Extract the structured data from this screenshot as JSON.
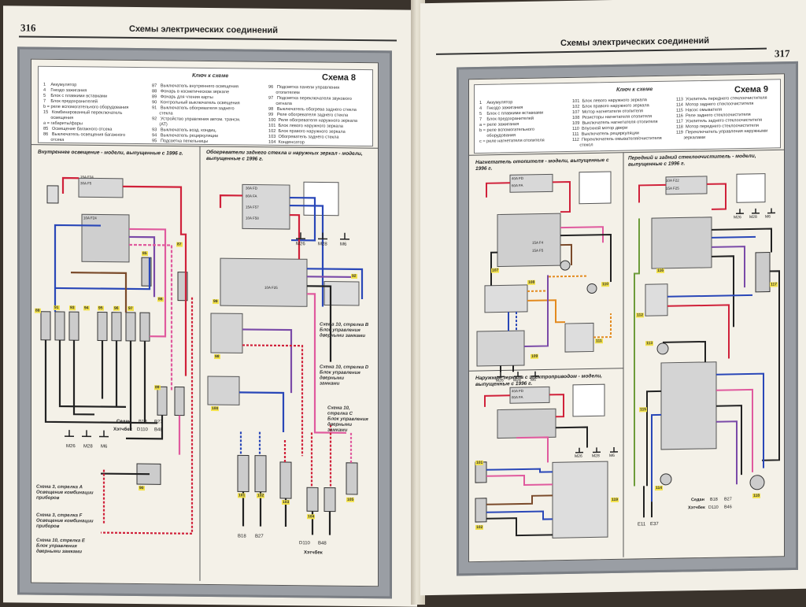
{
  "left_page": {
    "page_number": "316",
    "header_title": "Схемы электрических соединений",
    "scheme_title": "Схема 8",
    "key_title": "Ключ к схеме",
    "key_col1": "1    Аккумулятор\n4    Гнездо зажигания\n5    Блок с плавкими вставками\n7    Блок предохранителей\nb = реле вспомогательного оборудования\n15   Комбинированный переключатель\n      освещения\na = габариты/фары\n85   Освещение багажного отсека\n86   Выключатель освещения багажного\n      отсека",
    "key_col2": "87   Выключатель внутреннего освещения\n88   Фонарь в косметическом зеркале\n89   Фонарь для чтения карты\n90   Контрольный выключатель освещения\n91   Выключатель обогревателя заднего\n      стекла\n92   Устройство управления автом. трансм.\n      (AT)\n93   Выключатель возд. кондиц.\n94   Выключатель рециркуляции\n95   Подсветка пепельницы",
    "key_col3": "96   Подсветка панели управления\n      отопителем\n97   Подсветка переключателя звукового\n      сигнала\n98   Выключатель обогрева заднего стекла\n99   Реле обогревателя заднего стекла\n100  Реле обогревателя наружного зеркала\n101  Блок левого наружного зеркала\n102  Блок правого наружного зеркала\n103  Обогреватель заднего стекла\n104  Конденсатор",
    "section_left": "Внутреннее освещение - модели, выпущенные с 1996 г.",
    "section_right": "Обогреватели заднего стекла и наружных зеркал - модели, выпущенные с 1996 г.",
    "notes_left": [
      "Схема 3, стрелка A\nОсвещение комбинации\nприборов",
      "Схема 3, стрелка F\nОсвещение комбинации\nприборов",
      "Схема 10, стрелка E\nБлок управления\nдверными замками"
    ],
    "notes_right": [
      "Схема 10, стрелка B\nБлок управления\nдверными замками",
      "Схема 10, стрелка D\nБлок управления\nдверными\nзамками",
      "Схема 10,\nстрелка C\nБлок управления\nдверными\nзамками"
    ],
    "ground_labels": [
      "M26",
      "M28",
      "M6"
    ],
    "ground_labels_right": [
      "M26",
      "M28",
      "M6"
    ],
    "body_label_1": "Седан",
    "body_label_2": "Хэтчбек",
    "codes_1": [
      "B18",
      "B27"
    ],
    "codes_2": [
      "D110",
      "B48"
    ],
    "bottom_codes": [
      "B18",
      "B27",
      "D110",
      "B48"
    ],
    "hatch_label": "Хэтчбек",
    "fuse_labels": [
      "15A F34",
      "30A F5",
      "10A F24",
      "30A FD",
      "80A FA",
      "15A F57",
      "10A F58",
      "10A F25"
    ],
    "component_tags": [
      "85",
      "86",
      "87",
      "88",
      "89",
      "90",
      "91",
      "92",
      "93",
      "94",
      "95",
      "96",
      "97",
      "98",
      "99",
      "100",
      "101",
      "102",
      "103",
      "104",
      "105"
    ]
  },
  "right_page": {
    "page_number": "317",
    "header_title": "Схемы электрических соединений",
    "scheme_title": "Схема 9",
    "key_title": "Ключ к схеме",
    "key_col1": "1    Аккумулятор\n4    Гнездо зажигания\n5    Блок с плавкими вставками\n7    Блок предохранителей\na = реле зажигания\nb = реле вспомогательного\n      оборудования\nc = реле нагнетателя отопителя",
    "key_col2": "101  Блок левого наружного зеркала\n102  Блок правого наружного зеркала\n107  Мотор нагнетателя отопителя\n108  Резисторы нагнетателя отопителя\n109  Выключатель нагнетателя отопителя\n110  Впускной мотор двери\n111  Выключатель рециркуляции\n112  Переключатель омывателя/очистителя\n      стекол",
    "key_col3": "113  Усилитель переднего стеклоочистителя\n114  Мотор заднего стеклоочистителя\n115  Насос омывателя\n116  Реле заднего стеклоочистителя\n117  Усилитель заднего стеклоочистителя\n118  Мотор переднего стеклоочистителя\n119  Переключатель управления наружными\n      зеркалами",
    "section_1": "Нагнетатель отопителя - модели, выпущенные с 1996 г.",
    "section_2": "Передний и задний стеклоочиститель - модели, выпущенные с 1996 г.",
    "section_3": "Наружные зеркала с электроприводом - модели, выпущенные с 1996 г.",
    "ground_labels": [
      "M26",
      "M28",
      "M6"
    ],
    "ground_labels_2": [
      "M26",
      "M28",
      "M6"
    ],
    "ground_labels_3": [
      "M26",
      "M28",
      "M6"
    ],
    "bottom_left_codes": [
      "E11",
      "E37"
    ],
    "body_label_1": "Седан",
    "body_label_2": "Хэтчбек",
    "codes_1": [
      "B18",
      "B27"
    ],
    "codes_2": [
      "D110",
      "B46"
    ],
    "fuse_labels": [
      "40A FD",
      "60A FA",
      "15A F4",
      "15A F5",
      "40A FD",
      "80A FA",
      "10A F22",
      "15A F25"
    ],
    "component_tags": [
      "101",
      "102",
      "107",
      "108",
      "109",
      "110",
      "111",
      "112",
      "113",
      "114",
      "115",
      "116",
      "117",
      "118",
      "119"
    ]
  },
  "colors": {
    "paper": "#f2efe6",
    "frame": "#9a9ea4",
    "wire_red": "#d0213a",
    "wire_blue": "#2947b8",
    "wire_pink": "#e05a9e",
    "wire_black": "#222222",
    "wire_orange": "#e38a1e",
    "wire_green": "#6d9c3a",
    "wire_brown": "#7a4a2a",
    "wire_purple": "#7a4aa8",
    "tag_yellow": "#f3e24a"
  }
}
